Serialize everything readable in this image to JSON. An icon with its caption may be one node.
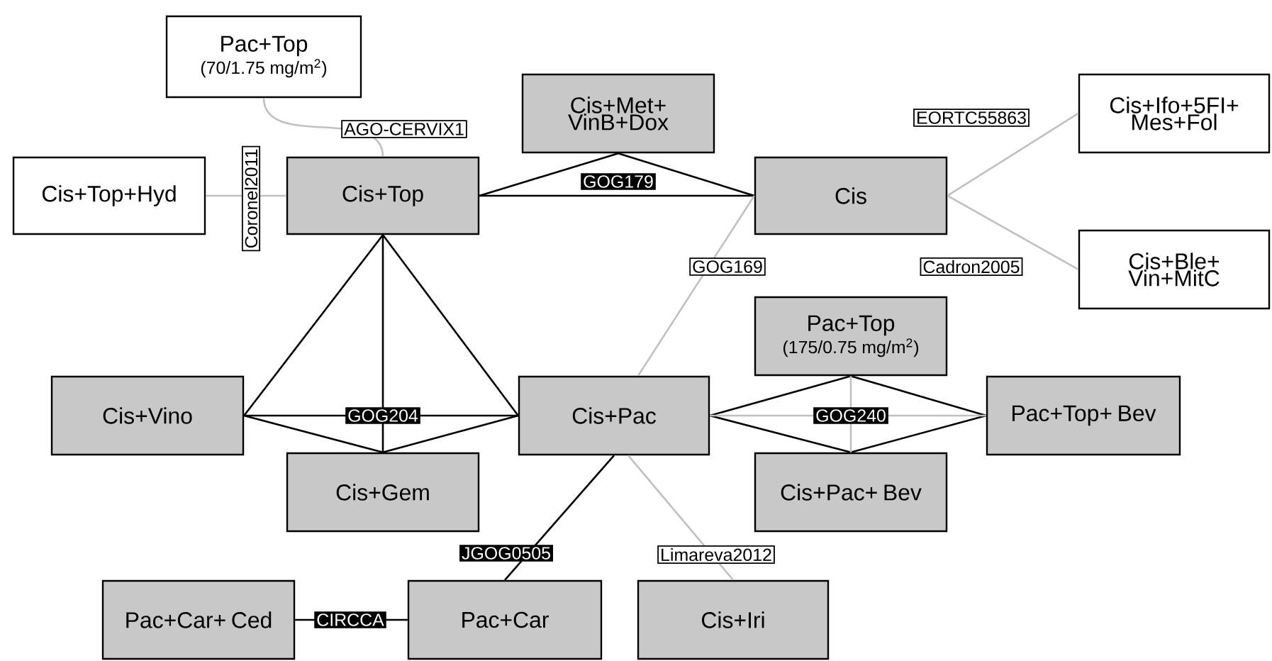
{
  "diagram": {
    "nodes": [
      {
        "text": [
          "Pac+Top",
          "(70/1.75 mg/m$^{2}$)"
        ]
      },
      {
        "text": [
          "Cis+Met+ VinB+Dox"
        ]
      },
      {
        "text": [
          "Cis+Top+Hyd"
        ]
      },
      {
        "text": [
          "Cis+Top"
        ]
      },
      {
        "text": [
          "Cis"
        ]
      },
      {
        "text": [
          "Cis+Ifo+5FI+ Mes+Fol"
        ]
      },
      {
        "text": [
          "Cis+Ble+ Vin+MitC"
        ]
      },
      {
        "text": [
          "Pac+Top",
          "(175/0.75 mg/m$^{2}$)"
        ]
      },
      {
        "text": [
          "Cis+Vino"
        ]
      },
      {
        "text": [
          "Cis+Pac"
        ]
      },
      {
        "text": [
          "Pac+Top+ Bev"
        ]
      },
      {
        "text": [
          "Cis+Gem"
        ]
      },
      {
        "text": [
          "Cis+Pac+ Bev"
        ]
      },
      {
        "text": [
          "Pac+Car+ Ced"
        ]
      },
      {
        "text": [
          "Pac+Car"
        ]
      },
      {
        "text": [
          "Cis+Iri"
        ]
      }
    ],
    "edges": [
      {
        "from": 2,
        "to": 3,
        "arrow": "none",
        "color": "#c0c0c0",
        "label": "Coronel2011"
      },
      {
        "from": 0,
        "to": 3,
        "arrow": "none",
        "color": "#c0c0c0",
        "label": "AGO-CERVIX1"
      },
      {
        "from": 3,
        "to": 1,
        "arrow": "none"
      },
      {
        "from": 1,
        "to": 4,
        "arrow": "none"
      },
      {
        "from": 3,
        "to": 4,
        "arrow": "none"
      },
      {
        "from": 4,
        "to": 5,
        "arrow": "none",
        "color": "#c0c0c0",
        "label": "EORTC55863"
      },
      {
        "from": 4,
        "to": 6,
        "arrow": "none",
        "color": "#c0c0c0",
        "label": "Cadron2005"
      },
      {
        "from": 4,
        "to": 9,
        "arrow": "none",
        "color": "#c0c0c0",
        "label": "GOG169"
      },
      {
        "from": 3,
        "to": 8,
        "arrow": "none"
      },
      {
        "from": 3,
        "to": 11,
        "arrow": "none"
      },
      {
        "from": 3,
        "to": 9,
        "arrow": "none"
      },
      {
        "from": 8,
        "to": 9,
        "arrow": "none"
      },
      {
        "from": 8,
        "to": 11,
        "arrow": "none"
      },
      {
        "from": 11,
        "to": 9,
        "arrow": "none"
      },
      {
        "from": 9,
        "to": 7,
        "arrow": "none"
      },
      {
        "from": 7,
        "to": 10,
        "arrow": "none"
      },
      {
        "from": 9,
        "to": 12,
        "arrow": "none"
      },
      {
        "from": 12,
        "to": 10,
        "arrow": "none"
      },
      {
        "from": 9,
        "to": 10,
        "arrow": "none",
        "color": "#c0c0c0"
      },
      {
        "from": 7,
        "to": 12,
        "arrow": "none",
        "color": "#c0c0c0"
      },
      {
        "from": 9,
        "to": 14,
        "arrow": "none",
        "label": "JGOG0505"
      },
      {
        "from": 13,
        "to": 14,
        "arrow": "none",
        "label": "CIRCCA"
      },
      {
        "from": 9,
        "to": 15,
        "arrow": "none",
        "color": "#c0c0c0",
        "label": "Limareva2012"
      }
    ],
    "labels": [
      "GOG179",
      "GOG204",
      "GOG240"
    ]
  }
}
